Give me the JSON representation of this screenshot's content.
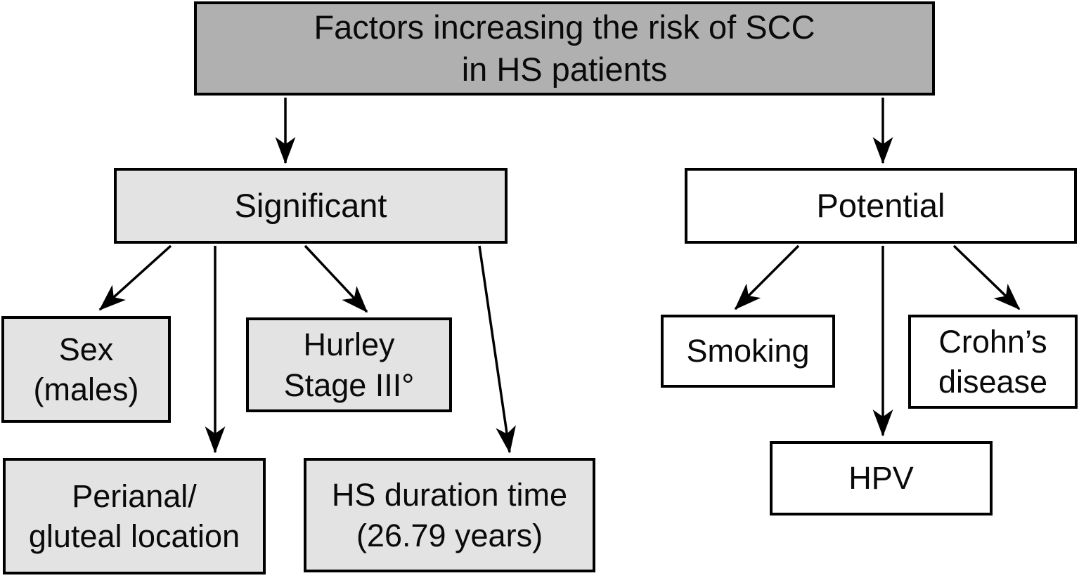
{
  "nodes": {
    "root": {
      "label": "Factors increasing the risk of SCC\nin HS patients"
    },
    "significant": {
      "label": "Significant"
    },
    "potential": {
      "label": "Potential"
    },
    "sex": {
      "label": "Sex\n(males)"
    },
    "hurley": {
      "label": "Hurley\nStage III°"
    },
    "perianal": {
      "label": "Perianal/\ngluteal location"
    },
    "duration": {
      "label": "HS duration time\n(26.79 years)"
    },
    "smoking": {
      "label": "Smoking"
    },
    "crohns": {
      "label": "Crohn’s\ndisease"
    },
    "hpv": {
      "label": "HPV"
    }
  },
  "edges": [
    {
      "from": "root",
      "to": "significant"
    },
    {
      "from": "root",
      "to": "potential"
    },
    {
      "from": "significant",
      "to": "sex"
    },
    {
      "from": "significant",
      "to": "perianal"
    },
    {
      "from": "significant",
      "to": "hurley"
    },
    {
      "from": "significant",
      "to": "duration"
    },
    {
      "from": "potential",
      "to": "smoking"
    },
    {
      "from": "potential",
      "to": "hpv"
    },
    {
      "from": "potential",
      "to": "crohns"
    }
  ],
  "colors": {
    "root_fill": "#b0b0b0",
    "significant_fill": "#e3e3e3",
    "potential_fill": "#ffffff",
    "line": "#000000",
    "background": "#ffffff"
  }
}
